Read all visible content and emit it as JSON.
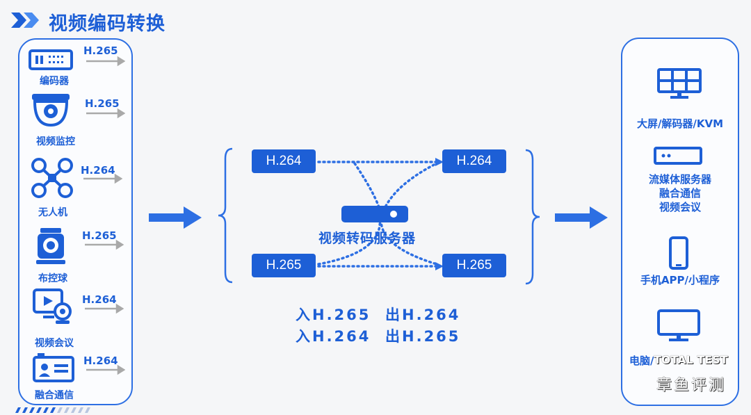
{
  "title": "视频编码转换",
  "sources": [
    {
      "label": "编码器",
      "codec": "H.265",
      "icon": "encoder-icon"
    },
    {
      "label": "视频监控",
      "codec": "H.265",
      "icon": "dome-camera-icon"
    },
    {
      "label": "无人机",
      "codec": "H.264",
      "icon": "drone-icon"
    },
    {
      "label": "布控球",
      "codec": "H.265",
      "icon": "ptz-ball-camera-icon"
    },
    {
      "label": "视频会议",
      "codec": "H.264",
      "icon": "video-conference-icon"
    },
    {
      "label": "融合通信",
      "codec": "H.264",
      "icon": "fusion-terminal-icon"
    }
  ],
  "server": {
    "label": "视频转码服务器",
    "inputs": [
      "H.264",
      "H.265"
    ],
    "outputs": [
      "H.264",
      "H.265"
    ]
  },
  "summary": [
    "入H.265  出H.264",
    "入H.264  出H.265"
  ],
  "outputs": [
    {
      "label": "大屏/解码器/KVM",
      "icon": "video-wall-icon"
    },
    {
      "label": "流媒体服务器\n融合通信\n视频会议",
      "icon": "server-icon"
    },
    {
      "label": "手机APP/小程序",
      "icon": "phone-icon"
    },
    {
      "label": "电脑/",
      "icon": "monitor-icon"
    }
  ],
  "watermark": {
    "top": "TOTAL TEST",
    "bottom": "章鱼评测"
  },
  "colors": {
    "accent": "#1d5fd6",
    "arrow_gray": "#a9a9a9",
    "background": "#f5f6f8"
  }
}
